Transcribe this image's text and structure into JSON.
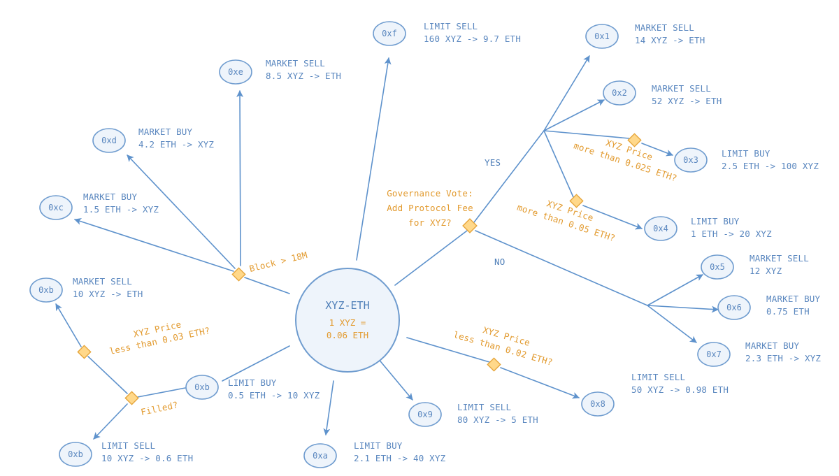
{
  "center": {
    "title": "XYZ-ETH",
    "line1": "1 XYZ =",
    "line2": "0.06 ETH"
  },
  "nodes": [
    {
      "id": "0x1",
      "line1": "MARKET SELL",
      "line2": "14 XYZ -> ETH"
    },
    {
      "id": "0x2",
      "line1": "MARKET SELL",
      "line2": "52 XYZ -> ETH"
    },
    {
      "id": "0x3",
      "line1": "LIMIT BUY",
      "line2": "2.5 ETH -> 100 XYZ"
    },
    {
      "id": "0x4",
      "line1": "LIMIT BUY",
      "line2": "1 ETH -> 20 XYZ"
    },
    {
      "id": "0x5",
      "line1": "MARKET SELL",
      "line2": "12 XYZ"
    },
    {
      "id": "0x6",
      "line1": "MARKET BUY",
      "line2": "0.75 ETH"
    },
    {
      "id": "0x7",
      "line1": "MARKET BUY",
      "line2": "2.3 ETH -> XYZ"
    },
    {
      "id": "0x8",
      "line1": "LIMIT SELL",
      "line2": "50 XYZ -> 0.98 ETH"
    },
    {
      "id": "0x9",
      "line1": "LIMIT SELL",
      "line2": "80 XYZ -> 5 ETH"
    },
    {
      "id": "0xa",
      "line1": "LIMIT BUY",
      "line2": "2.1 ETH -> 40 XYZ"
    },
    {
      "id": "0xb",
      "line1": "LIMIT BUY",
      "line2": "0.5 ETH -> 10 XYZ"
    },
    {
      "id": "0xb",
      "line1": "LIMIT SELL",
      "line2": "10 XYZ -> 0.6 ETH"
    },
    {
      "id": "0xb",
      "line1": "MARKET SELL",
      "line2": "10 XYZ -> ETH"
    },
    {
      "id": "0xc",
      "line1": "MARKET BUY",
      "line2": "1.5 ETH -> XYZ"
    },
    {
      "id": "0xd",
      "line1": "MARKET BUY",
      "line2": "4.2 ETH -> XYZ"
    },
    {
      "id": "0xe",
      "line1": "MARKET SELL",
      "line2": "8.5 XYZ -> ETH"
    },
    {
      "id": "0xf",
      "line1": "LIMIT SELL",
      "line2": "160 XYZ -> 9.7 ETH"
    }
  ],
  "conditions": {
    "governance": [
      "Governance Vote:",
      "Add Protocol Fee",
      "for XYZ?"
    ],
    "price_025": [
      "XYZ Price",
      "more than 0.025 ETH?"
    ],
    "price_05": [
      "XYZ Price",
      "more than 0.05 ETH?"
    ],
    "price_02": [
      "XYZ Price",
      "less than 0.02 ETH?"
    ],
    "price_03": [
      "XYZ Price",
      "less than 0.03 ETH?"
    ],
    "block": [
      "Block > 18M"
    ],
    "filled": [
      "Filled?"
    ]
  },
  "branches": {
    "yes": "YES",
    "no": "NO"
  },
  "colors": {
    "node_stroke": "#6f9ccf",
    "node_fill": "#eef4fb",
    "line": "#5e92cc",
    "text_blue": "#5a87bf",
    "text_orange": "#e29a2e",
    "diamond_fill": "#ffd88a",
    "diamond_stroke": "#e6a53a"
  }
}
